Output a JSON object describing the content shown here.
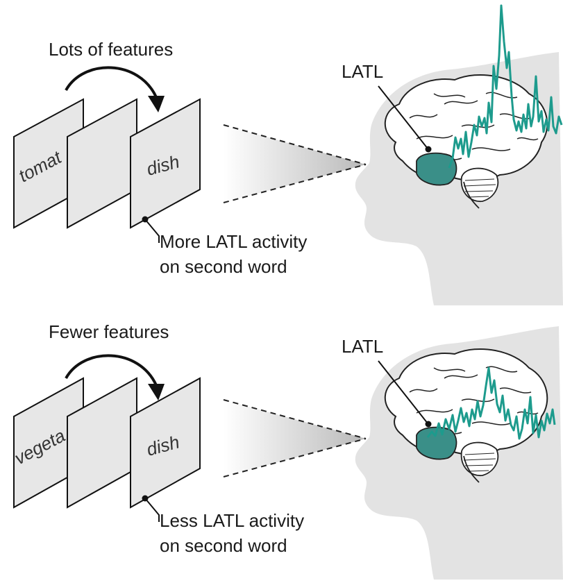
{
  "colors": {
    "head": "#e3e3e3",
    "card": "#e7e7e7",
    "brain_fill": "#ffffff",
    "latl": "#3a8f88",
    "signal": "#1d9b8d",
    "ink": "#1a1a1a"
  },
  "panels": [
    {
      "title": "Lots of features",
      "first_word": "tomat",
      "second_word": "dish",
      "caption_line1": "More LATL activity",
      "caption_line2": "on second word",
      "region_label": "LATL",
      "signal_level": "high"
    },
    {
      "title": "Fewer features",
      "first_word": "vegeta",
      "second_word": "dish",
      "caption_line1": "Less LATL activity",
      "caption_line2": "on second word",
      "region_label": "LATL",
      "signal_level": "low"
    }
  ],
  "icons": [
    "curved-arrow-icon",
    "head-silhouette-icon",
    "brain-icon",
    "signal-trace-icon"
  ]
}
